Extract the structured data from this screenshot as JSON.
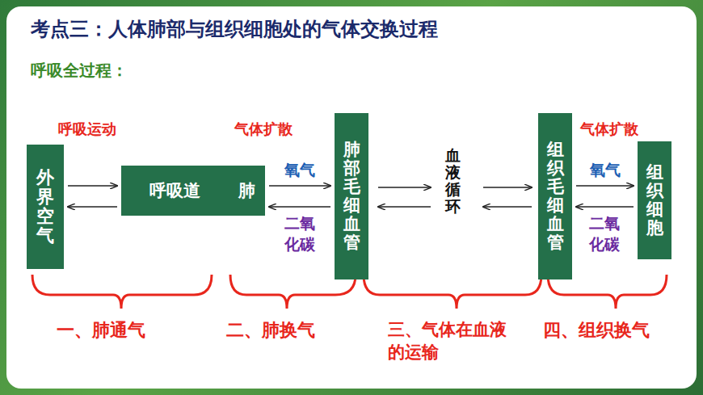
{
  "diagram": {
    "title": "考点三：人体肺部与组织细胞处的气体交换过程",
    "nodes": [
      {
        "text": [
          "外界空气"
        ]
      },
      {
        "text": [
          "呼吸道"
        ]
      },
      {
        "text": [
          "肺"
        ]
      },
      {
        "text": [
          "肺部毛细血管"
        ]
      },
      {
        "text": [
          "组织毛细血管"
        ]
      },
      {
        "text": [
          "组织细胞"
        ]
      }
    ],
    "edges": [
      {
        "from": 0,
        "to": 1,
        "arrow": "to"
      },
      {
        "from": 1,
        "to": 0,
        "arrow": "to"
      },
      {
        "from": 2,
        "to": 3,
        "arrow": "to",
        "label": "氧气"
      },
      {
        "from": 3,
        "to": 2,
        "arrow": "to",
        "label": "二氧化碳"
      },
      {
        "from": 4,
        "to": 5,
        "arrow": "to",
        "label": "氧气"
      },
      {
        "from": 5,
        "to": 4,
        "arrow": "to",
        "label": "二氧化碳"
      }
    ],
    "labels": [
      "呼吸全过程：",
      "呼吸运动",
      "气体扩散",
      "血液循环",
      "气体扩散",
      "一、肺通气",
      "二、肺换气",
      "三、气体在血液的运输",
      "四、组织换气"
    ]
  }
}
